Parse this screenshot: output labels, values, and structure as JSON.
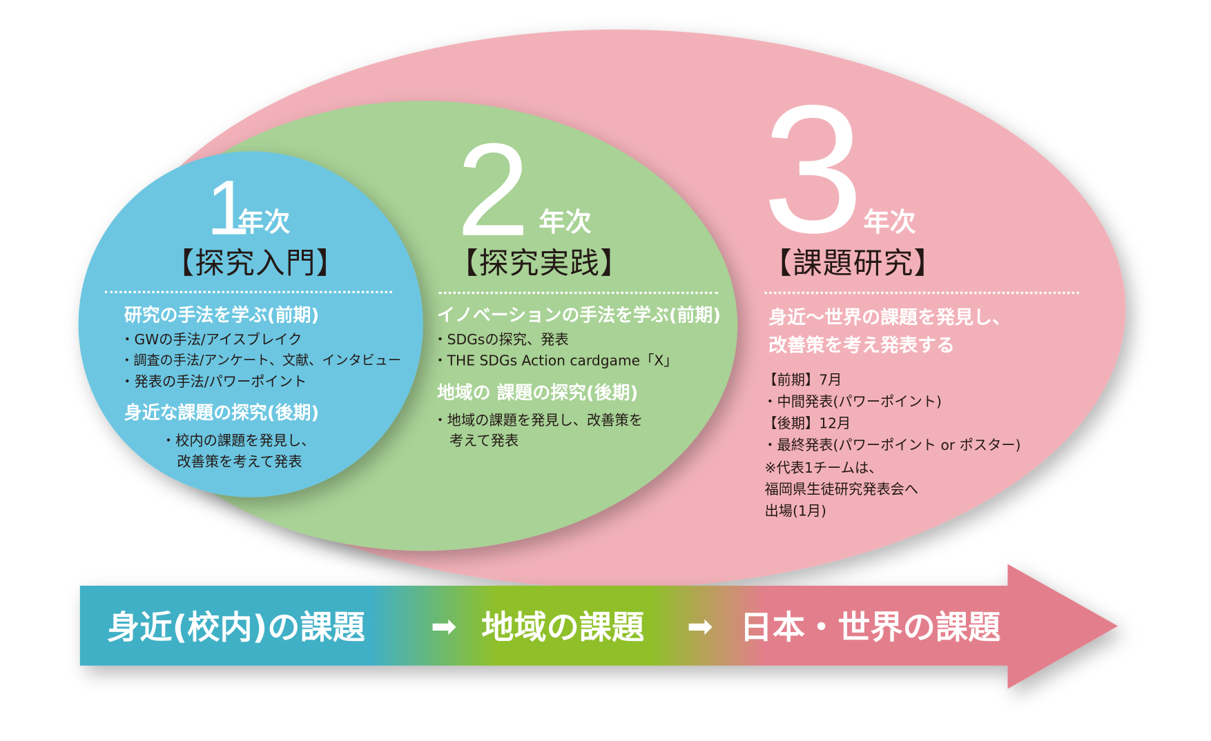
{
  "colors": {
    "pink": "#f2b1b9",
    "green": "#a8d296",
    "blue": "#6cc6e1",
    "text": "#231815",
    "arrow_teal": "#41b0c6",
    "arrow_green": "#8fc02b",
    "arrow_pink": "#e37f8c"
  },
  "year1": {
    "number": "1",
    "suffix": "年次",
    "theme": "【探究入門】",
    "heading1": "研究の手法を学ぶ(前期)",
    "bullets1": [
      "・GWの手法/アイスブレイク",
      "・調査の手法/アンケート、文献、インタビュー",
      "・発表の手法/パワーポイント"
    ],
    "heading2": "身近な課題の探究(後期)",
    "bullets2": [
      "・校内の課題を発見し、",
      "改善策を考えて発表"
    ]
  },
  "year2": {
    "number": "2",
    "suffix": "年次",
    "theme": "【探究実践】",
    "heading1": "イノベーションの手法を学ぶ(前期)",
    "bullets1": [
      "・SDGsの探究、発表",
      "・THE SDGs Action cardgame「X」"
    ],
    "heading2": "地域の 課題の探究(後期)",
    "bullets2": [
      "・地域の課題を発見し、改善策を",
      "考えて発表"
    ]
  },
  "year3": {
    "number": "3",
    "suffix": "年次",
    "theme": "【課題研究】",
    "heading": [
      "身近～世界の課題を発見し、",
      "改善策を考え発表する"
    ],
    "lines": [
      "【前期】7月",
      "・中間発表(パワーポイント)",
      "【後期】12月",
      "・最終発表(パワーポイント or ポスター)",
      "※代表1チームは、",
      "福岡県生徒研究発表会へ",
      "出場(1月)"
    ]
  },
  "arrow": {
    "stage1": "身近(校内)の課題",
    "stage2": "地域の課題",
    "stage3": "日本・世界の課題",
    "separator": "➡"
  }
}
